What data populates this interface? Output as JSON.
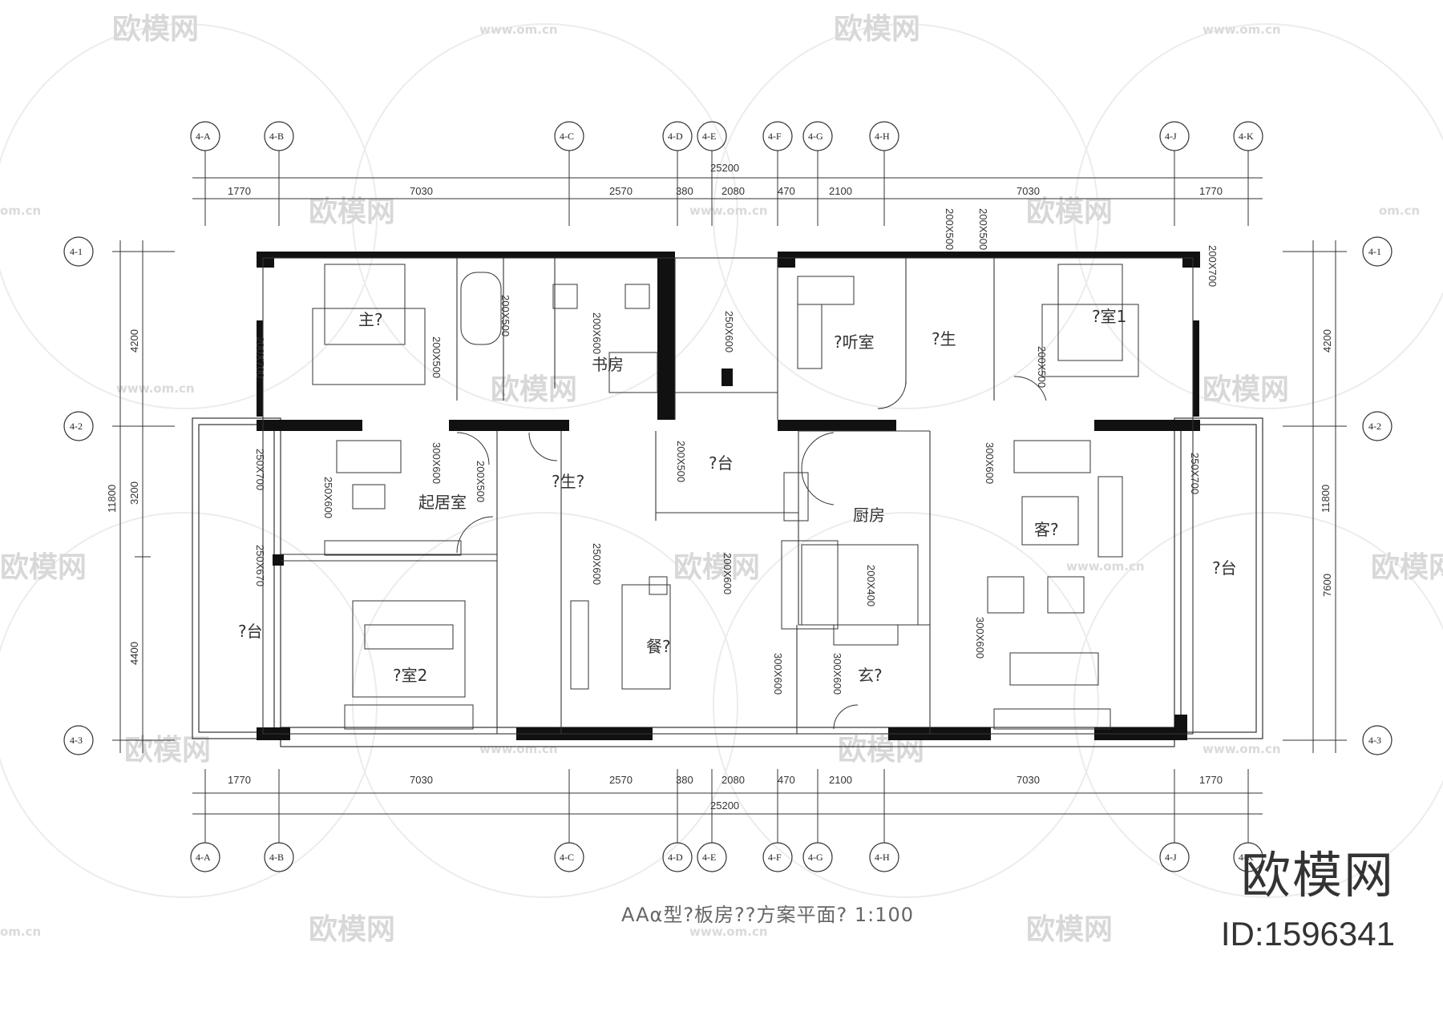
{
  "watermark": {
    "brand": "欧模网",
    "url": "www.om.cn",
    "partial_url": "om.cn"
  },
  "logo": {
    "brand": "欧模网",
    "id": "ID:1596341"
  },
  "title": "AAα型?板房??方案平面?    1:100",
  "axes_top": [
    "4-A",
    "4-B",
    "4-C",
    "4-D",
    "4-E",
    "4-F",
    "4-G",
    "4-H",
    "4-J",
    "4-K"
  ],
  "axes_side": [
    "4-1",
    "4-2",
    "4-3"
  ],
  "dims_horizontal": [
    "1770",
    "7030",
    "2570",
    "380",
    "2080",
    "470",
    "2100",
    "7030",
    "1770"
  ],
  "dim_total_h": "25200",
  "dims_vertical_left": [
    "4200",
    "3200",
    "4400"
  ],
  "dims_vertical_right": [
    "4200",
    "7600"
  ],
  "dim_total_v": "11800",
  "rooms": {
    "master": "主?",
    "study": "书房",
    "listen": "?听室",
    "bedroom1": "?室1",
    "bedroom2": "?室2",
    "living_up": "起居室",
    "bath": "?生?",
    "bath2": "?生",
    "balcony_top": "?台",
    "kitchen": "厨房",
    "living": "客?",
    "dining": "餐?",
    "foyer": "玄?",
    "balcony_left": "?台",
    "balcony_right": "?台"
  },
  "notes": [
    "200X500",
    "200X600",
    "250X600",
    "200X700",
    "300X600",
    "250X700",
    "250X670",
    "200X400"
  ]
}
